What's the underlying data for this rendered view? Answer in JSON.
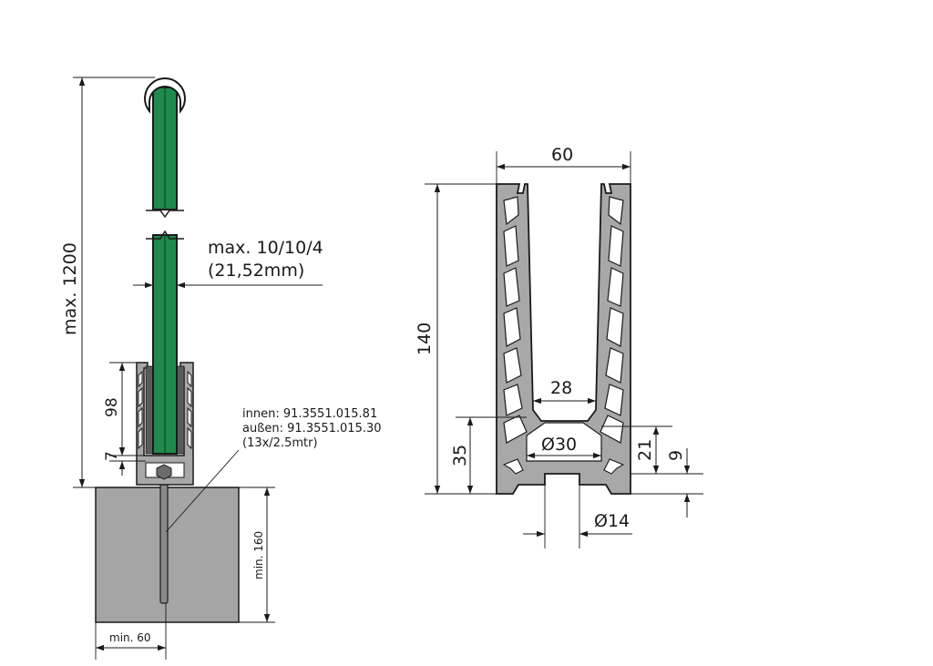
{
  "left_view": {
    "height_label": "max. 1200",
    "glass_spec_line1": "max. 10/10/4",
    "glass_spec_line2": "(21,52mm)",
    "dim_98": "98",
    "dim_7": "7",
    "part_inner": "innen: 91.3551.015.81",
    "part_outer": "außen: 91.3551.015.30",
    "part_pack": "(13x/2.5mtr)",
    "min_depth": "min. 160",
    "min_width": "min. 60"
  },
  "right_view": {
    "width_60": "60",
    "height_140": "140",
    "slot_28": "28",
    "dim_35": "35",
    "dia_30": "Ø30",
    "dim_21": "21",
    "dim_9": "9",
    "dia_14": "Ø14"
  },
  "colors": {
    "glass": "#1f8a4c",
    "profile": "#a8a8a8",
    "concrete": "#a5a5a5",
    "rubber": "#b03030"
  }
}
